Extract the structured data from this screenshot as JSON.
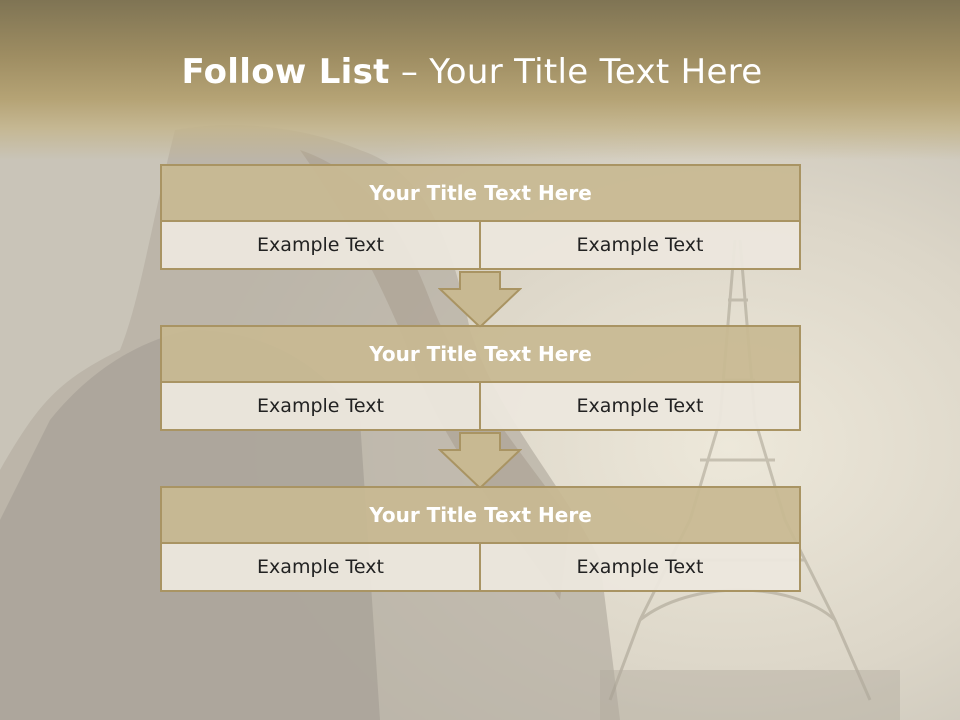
{
  "slide": {
    "title_bold": "Follow List",
    "title_rest": " – Your Title Text Here",
    "colors": {
      "header": "#a99463",
      "block_title_bg": "#c8b992",
      "block_cell_bg": "#ece7dd",
      "border": "#a99463"
    }
  },
  "blocks": [
    {
      "title": "Your Title Text Here",
      "left": "Example Text",
      "right": "Example Text"
    },
    {
      "title": "Your Title Text Here",
      "left": "Example Text",
      "right": "Example Text"
    },
    {
      "title": "Your Title Text Here",
      "left": "Example Text",
      "right": "Example Text"
    }
  ],
  "icons": {
    "arrow": "down-arrow-icon",
    "background": "eiffel-tower-photo"
  }
}
